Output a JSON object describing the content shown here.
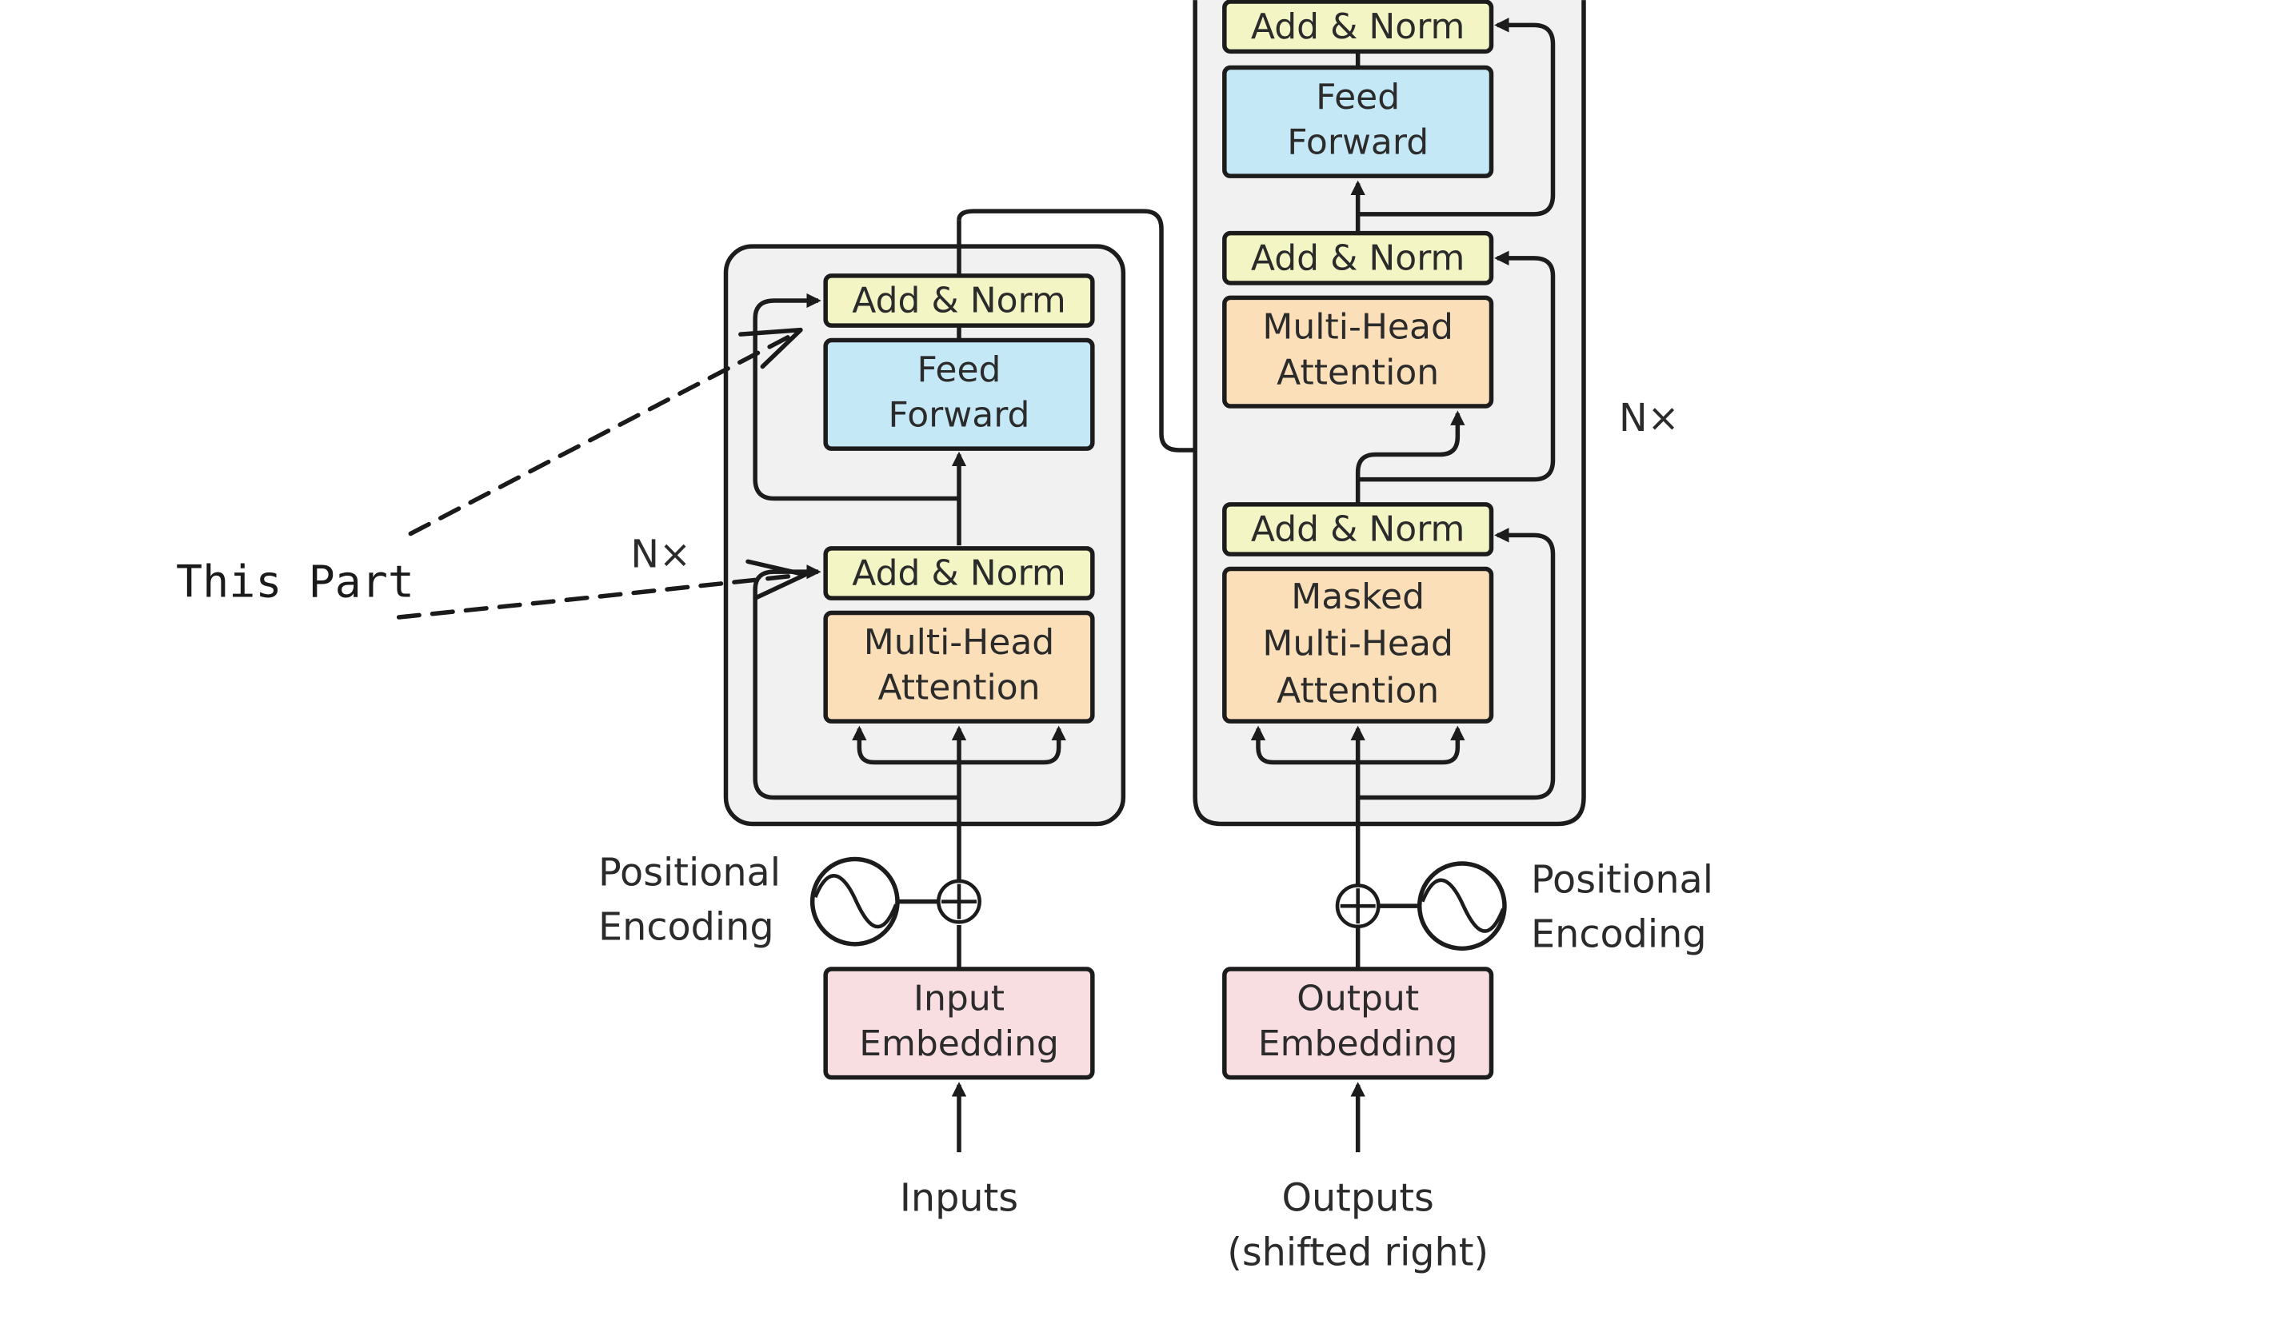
{
  "annotation": {
    "text": "This Part"
  },
  "encoder": {
    "repeat_label": "N×",
    "add_norm_top": "Add & Norm",
    "feed_forward": [
      "Feed",
      "Forward"
    ],
    "add_norm_bottom": "Add & Norm",
    "attention": [
      "Multi-Head",
      "Attention"
    ],
    "positional_encoding": [
      "Positional",
      "Encoding"
    ],
    "embedding": [
      "Input",
      "Embedding"
    ],
    "input_label": "Inputs"
  },
  "decoder": {
    "repeat_label": "N×",
    "add_norm_top": "Add & Norm",
    "feed_forward": [
      "Feed",
      "Forward"
    ],
    "add_norm_mid": "Add & Norm",
    "attention": [
      "Multi-Head",
      "Attention"
    ],
    "add_norm_bottom": "Add & Norm",
    "masked_attention": [
      "Masked",
      "Multi-Head",
      "Attention"
    ],
    "positional_encoding": [
      "Positional",
      "Encoding"
    ],
    "embedding": [
      "Output",
      "Embedding"
    ],
    "output_label": [
      "Outputs",
      "(shifted right)"
    ]
  },
  "colors": {
    "add_norm": "#f3f5c4",
    "feed_forward": "#c4e8f6",
    "attention": "#fbdfb9",
    "embedding": "#f8dde1",
    "stack_bg": "#f1f1f1",
    "stroke": "#1c1c1c"
  }
}
